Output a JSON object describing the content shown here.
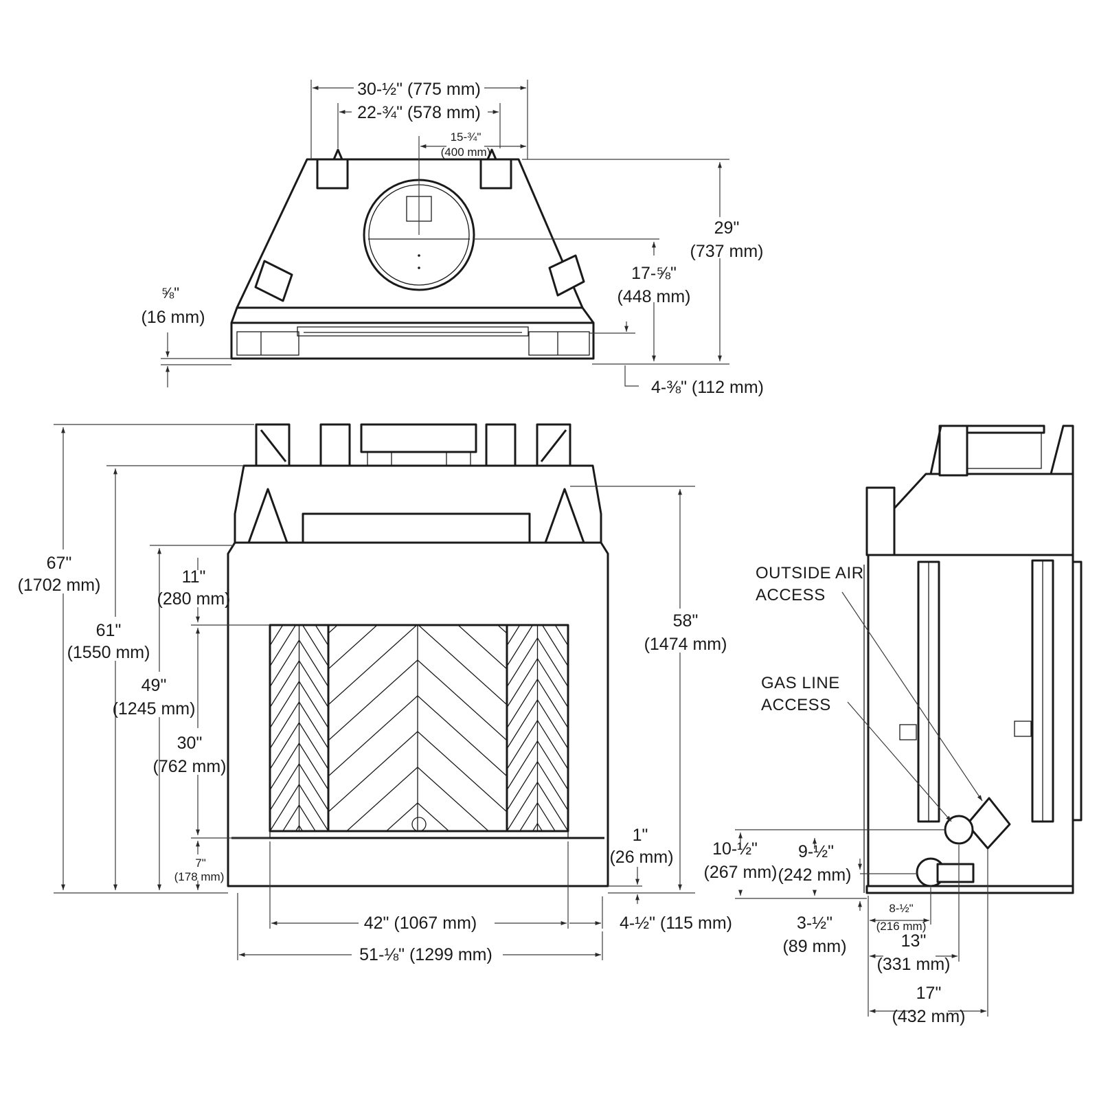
{
  "labels": {
    "top_width": "30-½\" (775 mm)",
    "top_inner": "22-¾\" (578 mm)",
    "top_offset_a": "15-¾\"",
    "top_offset_b": "(400 mm)",
    "top_depth_a": "29\"",
    "top_depth_b": "(737 mm)",
    "top_flue_a": "17-⅝\"",
    "top_flue_b": "(448 mm)",
    "top_lip_a": "⅝\"",
    "top_lip_b": "(16 mm)",
    "top_front": "4-⅜\" (112 mm)",
    "front_h67_a": "67\"",
    "front_h67_b": "(1702 mm)",
    "front_h61_a": "61\"",
    "front_h61_b": "(1550 mm)",
    "front_h58_a": "58\"",
    "front_h58_b": "(1474 mm)",
    "front_h49_a": "49\"",
    "front_h49_b": "(1245 mm)",
    "front_h11_a": "11\"",
    "front_h11_b": "(280 mm)",
    "front_h30_a": "30\"",
    "front_h30_b": "(762 mm)",
    "front_h7_a": "7\"",
    "front_h7_b": "(178 mm)",
    "front_h1_a": "1\"",
    "front_h1_b": "(26 mm)",
    "front_w42": "42\" (1067 mm)",
    "front_w45": "4-½\" (115 mm)",
    "front_w51": "51-⅛\" (1299 mm)",
    "side_air_1": "OUTSIDE AIR",
    "side_air_2": "ACCESS",
    "side_gas_1": "GAS LINE",
    "side_gas_2": "ACCESS",
    "side_h10_a": "10-½\"",
    "side_h10_b": "(267 mm)",
    "side_h9_a": "9-½\"",
    "side_h9_b": "(242 mm)",
    "side_h3_a": "3-½\"",
    "side_h3_b": "(89 mm)",
    "side_w8_a": "8-½\"",
    "side_w8_b": "(216 mm)",
    "side_w13_a": "13\"",
    "side_w13_b": "(331 mm)",
    "side_w17_a": "17\"",
    "side_w17_b": "(432 mm)"
  }
}
